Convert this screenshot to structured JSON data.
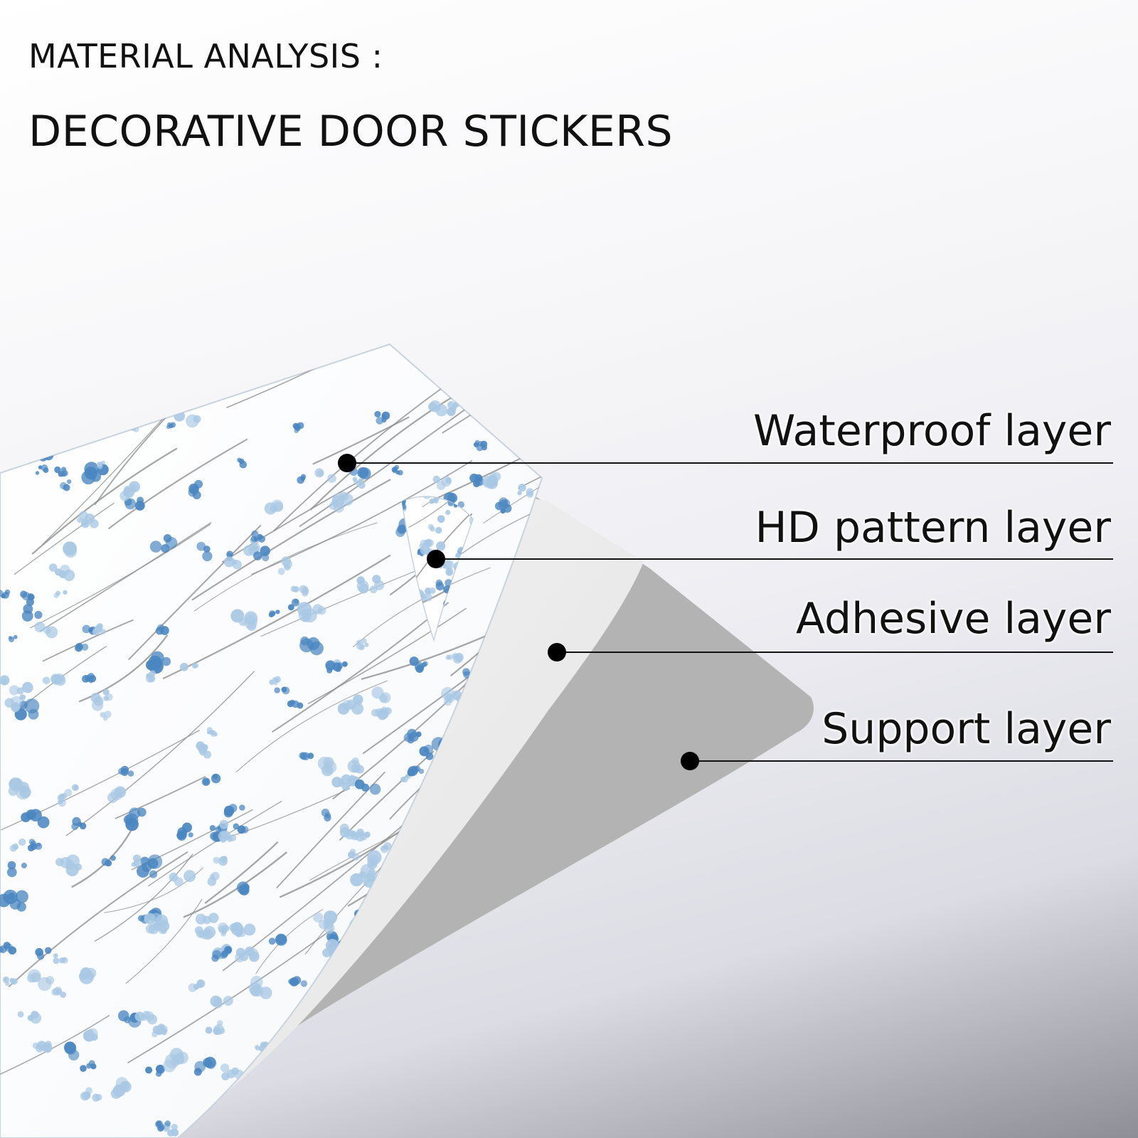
{
  "header": {
    "title_line1": "MATERIAL ANALYSIS :",
    "title_line2": "DECORATIVE DOOR STICKERS"
  },
  "layers": [
    {
      "label": "Waterproof layer"
    },
    {
      "label": "HD pattern layer"
    },
    {
      "label": "Adhesive layer"
    },
    {
      "label": "Support layer"
    }
  ],
  "colors": {
    "flower_blue": "#4a86c0",
    "flower_light": "#a9c8e4",
    "branch": "#8a8a8a",
    "support_gray": "#b0b0b0",
    "callout": "#111111"
  }
}
